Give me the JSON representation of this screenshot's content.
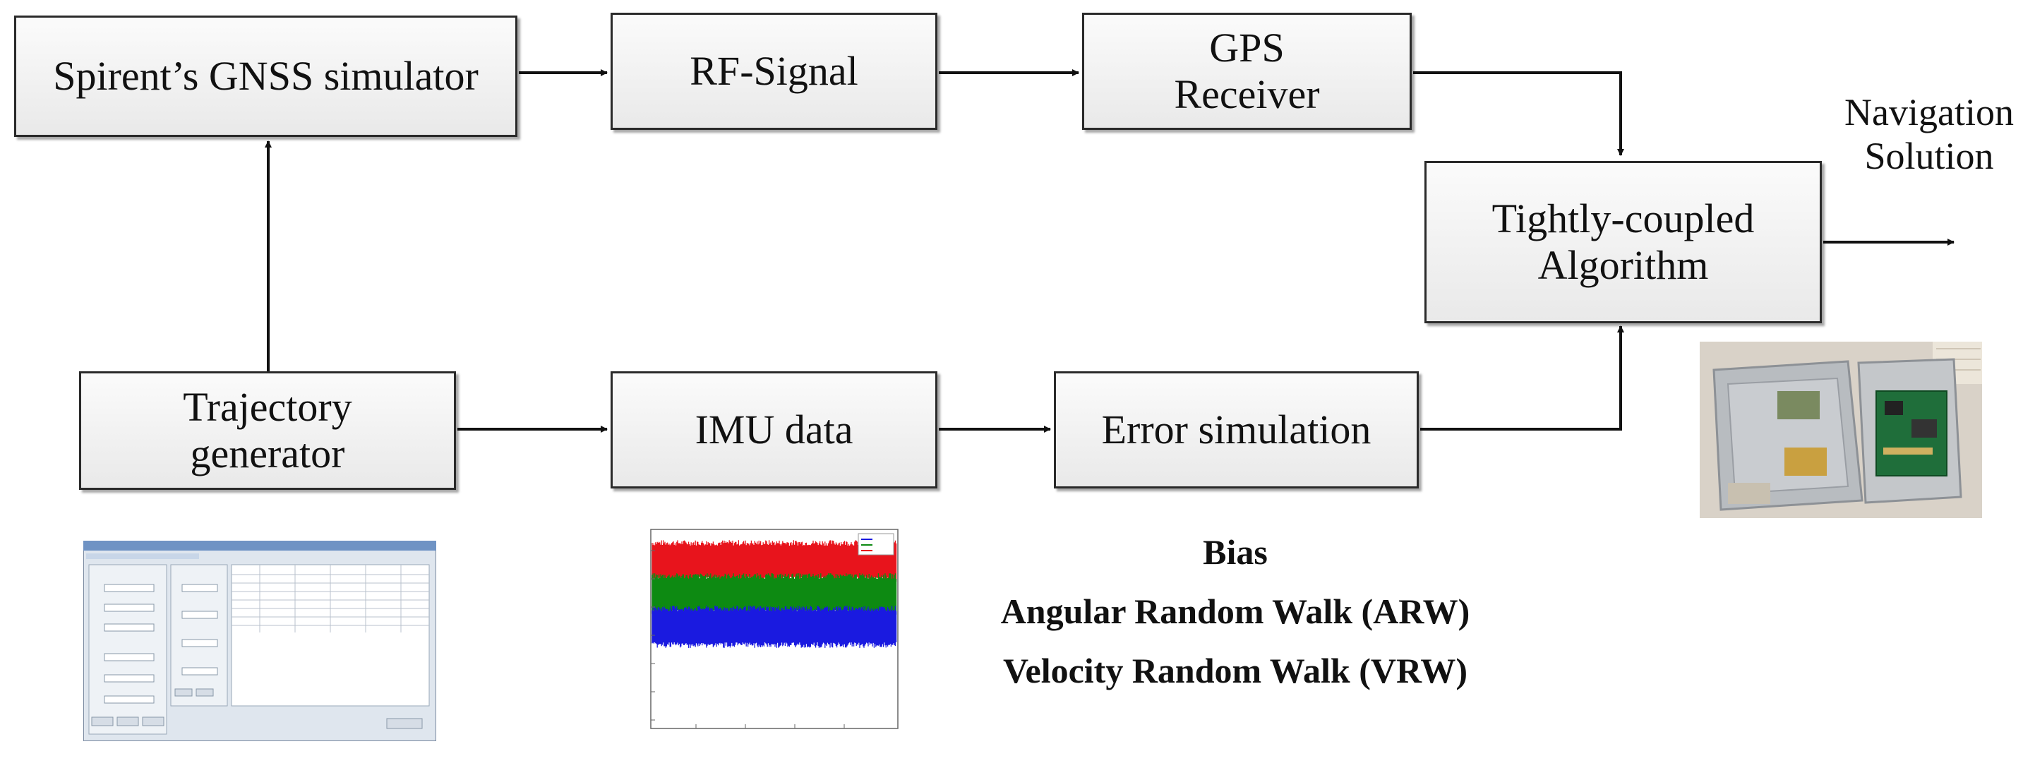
{
  "blocks": {
    "spirent": "Spirent’s GNSS simulator",
    "rf_signal": "RF-Signal",
    "gps_receiver": "GPS\nReceiver",
    "tightly_coupled": "Tightly-coupled\nAlgorithm",
    "trajectory": "Trajectory\ngenerator",
    "imu_data": "IMU data",
    "error_simulation": "Error simulation"
  },
  "output_label": "Navigation\nSolution",
  "error_terms": [
    "Bias",
    "Angular Random Walk (ARW)",
    "Velocity Random Walk (VRW)"
  ],
  "plot_thumbnail": {
    "series_colors": [
      "#e8141c",
      "#0d8a12",
      "#1a1ae0"
    ]
  },
  "colors": {
    "line": "#111111",
    "box_border": "#2a2a2a"
  }
}
